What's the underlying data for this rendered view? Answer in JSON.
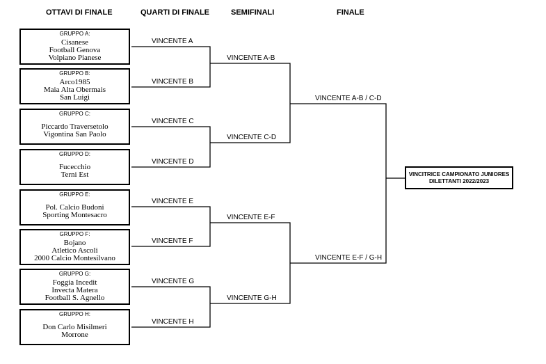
{
  "headers": {
    "round16": "OTTAVI DI FINALE",
    "quarters": "QUARTI DI FINALE",
    "semis": "SEMIFINALI",
    "final": "FINALE"
  },
  "groups": [
    {
      "label": "GRUPPO A:",
      "teams": [
        "Cisanese",
        "Football Genova",
        "Volpiano Pianese"
      ]
    },
    {
      "label": "GRUPPO B:",
      "teams": [
        "Arco1985",
        "Maia Alta Obermais",
        "San Luigi"
      ]
    },
    {
      "label": "GRUPPO C:",
      "teams": [
        "Piccardo Traversetolo",
        "Vigontina San Paolo"
      ]
    },
    {
      "label": "GRUPPO D:",
      "teams": [
        "Fucecchio",
        "Terni Est"
      ]
    },
    {
      "label": "GRUPPO E:",
      "teams": [
        "Pol. Calcio Budoni",
        "Sporting Montesacro"
      ]
    },
    {
      "label": "GRUPPO F:",
      "teams": [
        "Bojano",
        "Atletico Ascoli",
        "2000 Calcio Montesilvano"
      ]
    },
    {
      "label": "GRUPPO G:",
      "teams": [
        "Foggia Incedit",
        "Invecta Matera",
        "Football S. Agnello"
      ]
    },
    {
      "label": "GRUPPO H:",
      "teams": [
        "Don Carlo Misilmeri",
        "Morrone"
      ]
    }
  ],
  "quarter_labels": [
    "VINCENTE A",
    "VINCENTE B",
    "VINCENTE C",
    "VINCENTE D",
    "VINCENTE E",
    "VINCENTE F",
    "VINCENTE G",
    "VINCENTE H"
  ],
  "semi_labels": [
    "VINCENTE A-B",
    "VINCENTE C-D",
    "VINCENTE E-F",
    "VINCENTE G-H"
  ],
  "final_labels": [
    "VINCENTE A-B / C-D",
    "VINCENTE E-F / G-H"
  ],
  "winner": {
    "line1": "VINCITRICE  CAMPIONATO JUNIORES",
    "line2": "DILETTANTI 2022/2023"
  }
}
